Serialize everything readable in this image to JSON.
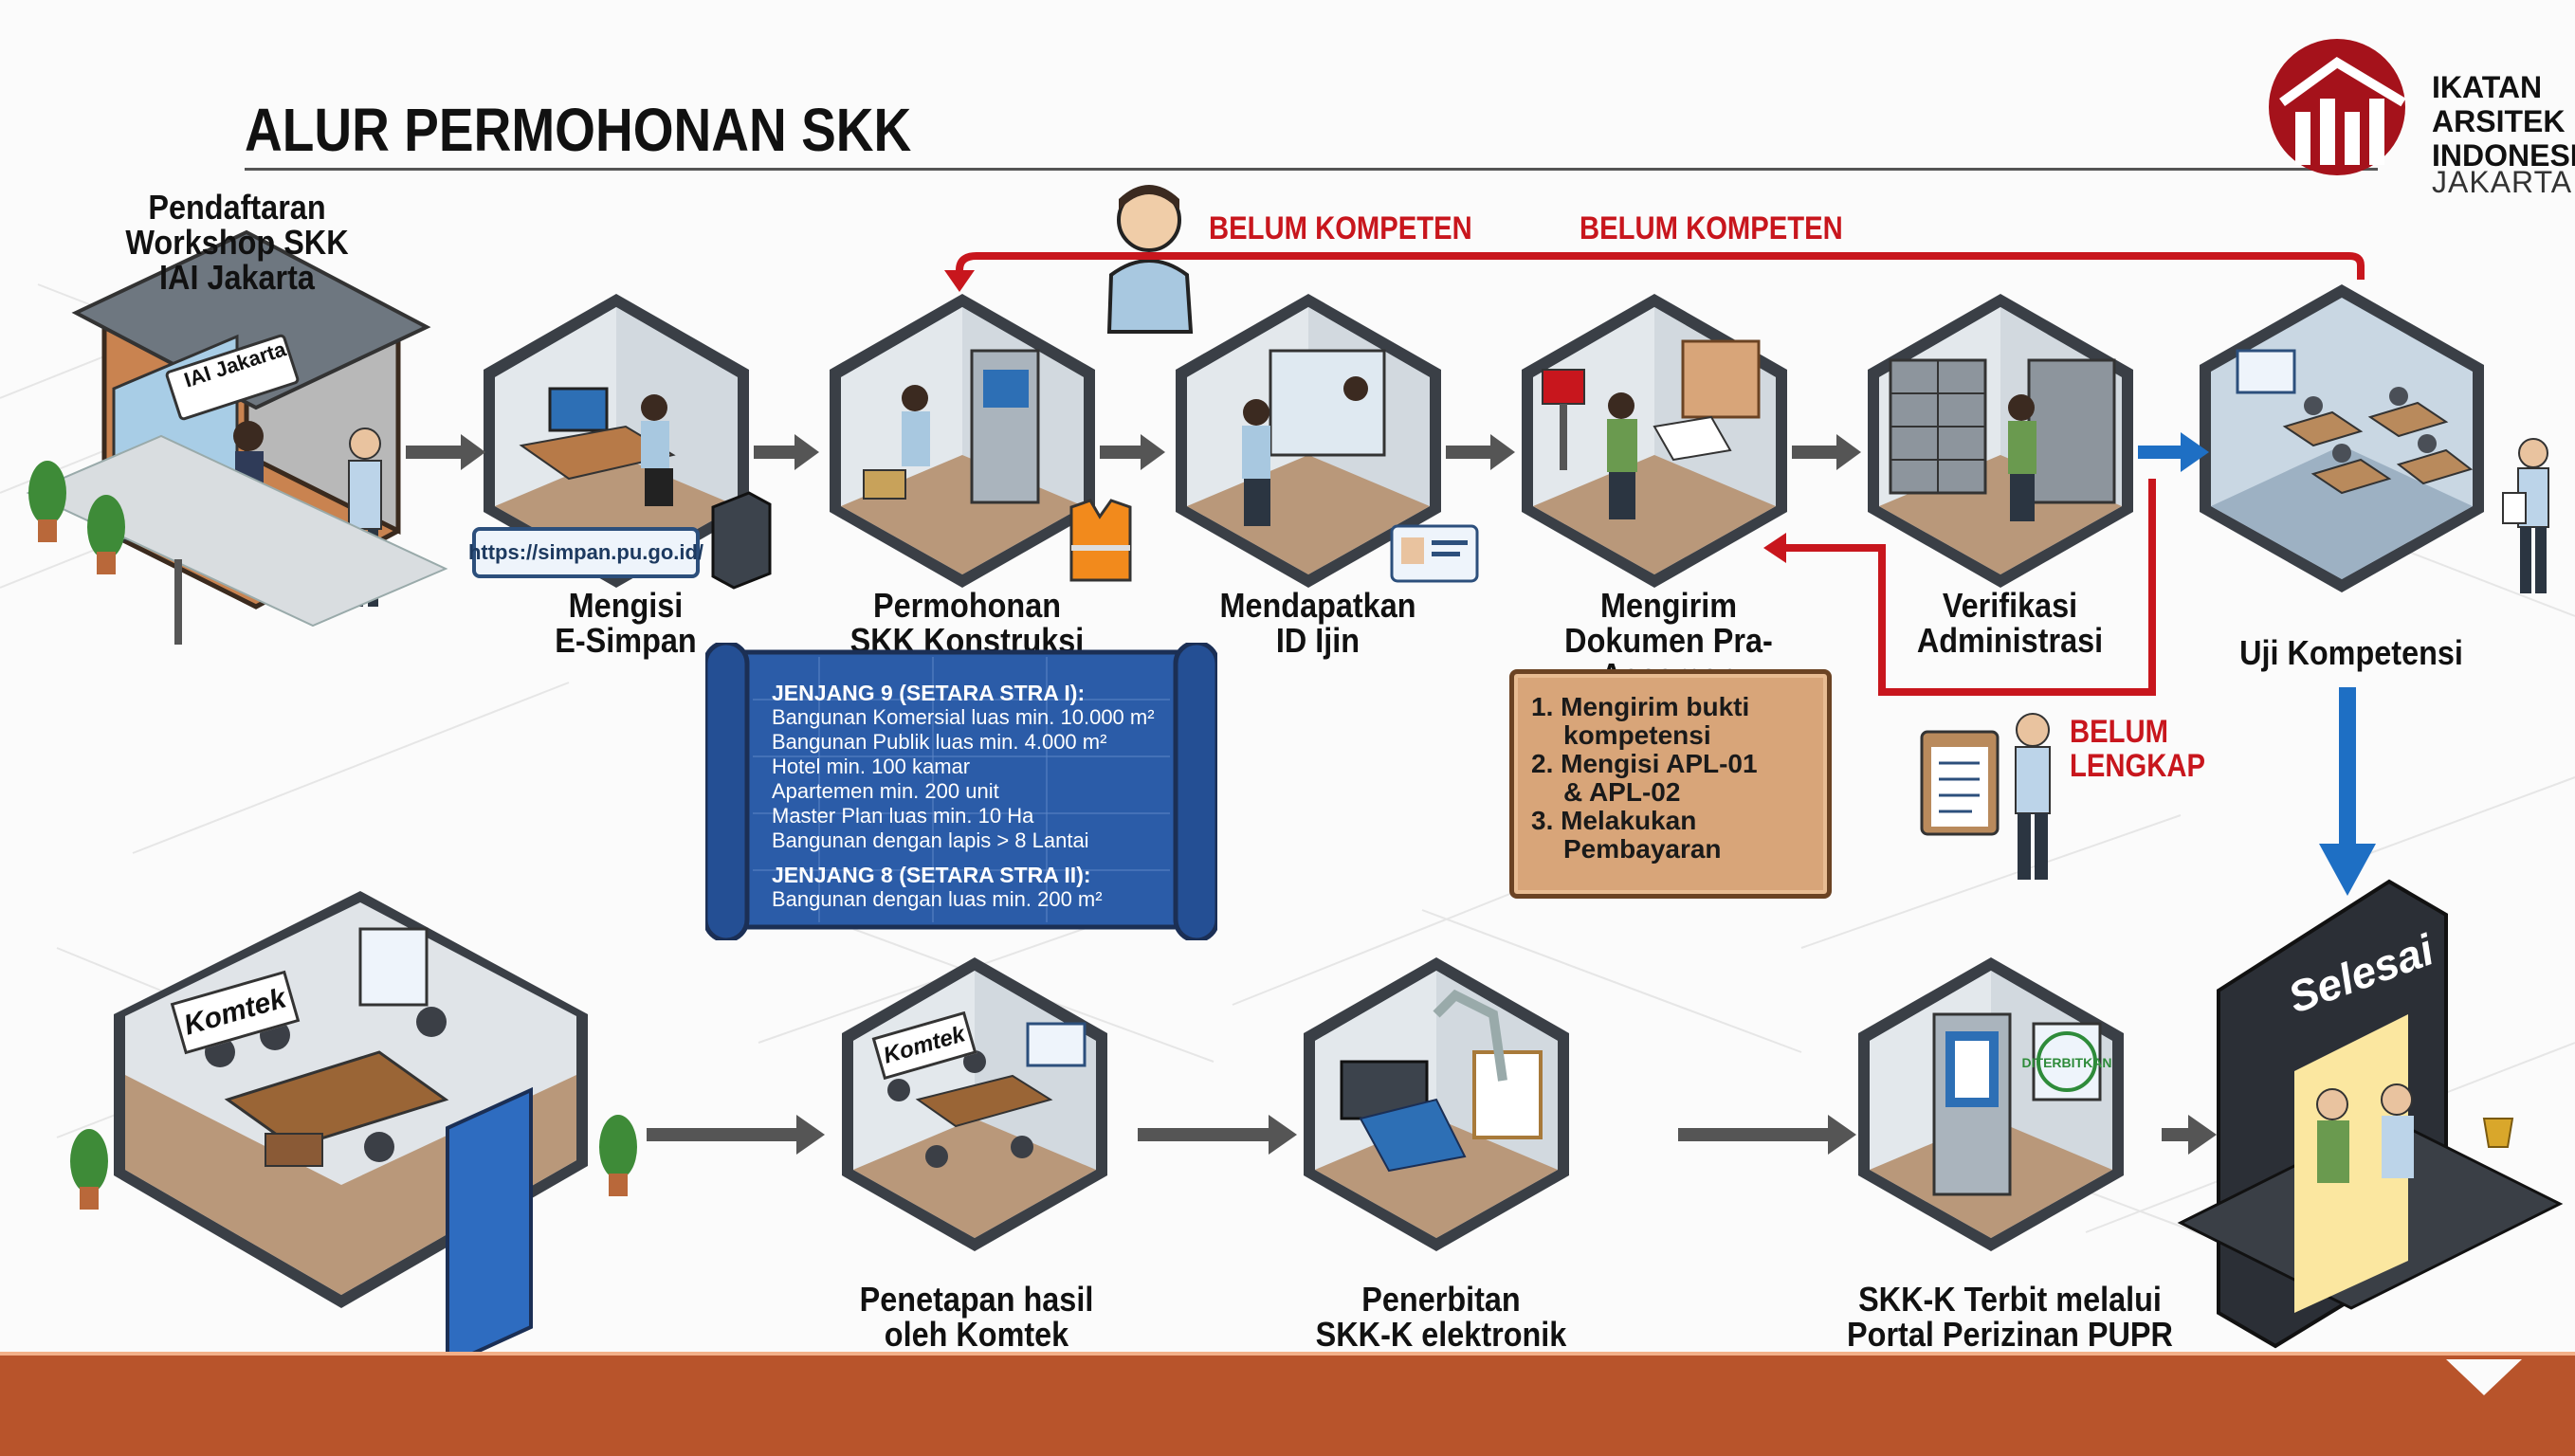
{
  "title": "ALUR PERMOHONAN SKK",
  "logo": {
    "line1": "IKATAN",
    "line2": "ARSITEK",
    "line3": "INDONESIA",
    "line4": "JAKARTA",
    "brand_color": "#a5121b"
  },
  "colors": {
    "accent_red": "#c8161d",
    "accent_blue": "#1e6fc4",
    "arrow_gray": "#555555",
    "footer": "#b8542b"
  },
  "steps": {
    "s1": {
      "label_lines": [
        "Pendaftaran",
        "Workshop SKK",
        "IAI Jakarta"
      ],
      "sign": "IAI Jakarta"
    },
    "s2": {
      "label_lines": [
        "Mengisi",
        "E-Simpan"
      ],
      "url": "https://simpan.pu.go.id/"
    },
    "s3": {
      "label_lines": [
        "Permohonan",
        "SKK Konstruksi"
      ]
    },
    "s4": {
      "label_lines": [
        "Mendapatkan",
        "ID Ijin"
      ]
    },
    "s5": {
      "label_lines": [
        "Mengirim",
        "Dokumen Pra-Asesmen"
      ]
    },
    "s6": {
      "label_lines": [
        "Verifikasi",
        "Administrasi"
      ]
    },
    "s7": {
      "label_lines": [
        "Uji Kompetensi"
      ]
    },
    "s8": {
      "label_lines": [
        "Penetapan hasil",
        "oleh Komtek"
      ],
      "sign": "Komtek"
    },
    "s9": {
      "label_lines": [
        "Penerbitan",
        "SKK-K elektronik"
      ]
    },
    "s10": {
      "label_lines": [
        "SKK-K Terbit melalui",
        "Portal Perizinan PUPR"
      ],
      "stamp": "DITERBITKAN"
    },
    "s11": {
      "sign": "Selesai"
    },
    "komtek_room": {
      "sign": "Komtek"
    }
  },
  "feedback": {
    "belum_kompeten_1": "BELUM KOMPETEN",
    "belum_kompeten_2": "BELUM KOMPETEN",
    "belum_lengkap_line1": "BELUM",
    "belum_lengkap_line2": "LENGKAP"
  },
  "scroll": {
    "j9_heading": "JENJANG 9 (SETARA STRA I):",
    "j9_items": [
      "Bangunan Komersial luas min. 10.000 m²",
      "Bangunan Publik luas min. 4.000 m²",
      "Hotel min. 100 kamar",
      "Apartemen min. 200 unit",
      "Master Plan luas min. 10 Ha",
      "Bangunan dengan lapis > 8 Lantai"
    ],
    "j8_heading": "JENJANG 8 (SETARA STRA II):",
    "j8_items": [
      "Bangunan dengan luas min. 200 m²"
    ]
  },
  "board": {
    "items": [
      "1. Mengirim bukti",
      "kompetensi",
      "2. Mengisi APL-01",
      "& APL-02",
      "3. Melakukan",
      "Pembayaran"
    ]
  }
}
